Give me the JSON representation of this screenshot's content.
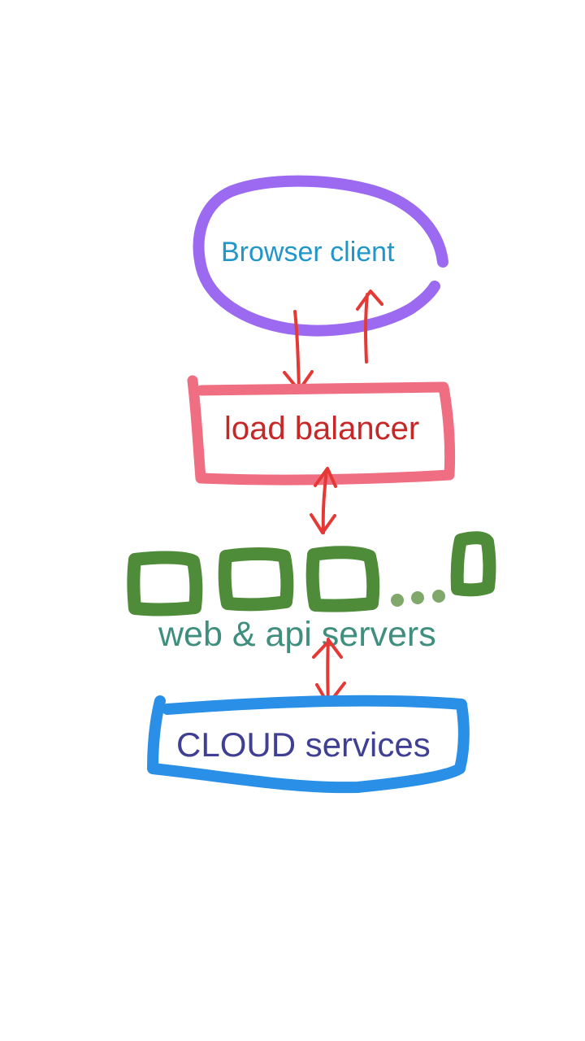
{
  "diagram": {
    "nodes": {
      "browser_client": {
        "label": "Browser client",
        "stroke_color": "#9B6AF0",
        "text_color": "#2196C9"
      },
      "load_balancer": {
        "label": "load balancer",
        "stroke_color": "#EF6E82",
        "text_color": "#C62828"
      },
      "web_api_servers": {
        "label": "web & api servers",
        "stroke_color": "#4E8C3A",
        "text_color": "#3F8E7E"
      },
      "cloud_services": {
        "label": "CLOUD services",
        "stroke_color": "#2A8FE6",
        "text_color": "#3F3F94"
      }
    },
    "edges": [
      {
        "from": "browser_client",
        "to": "load_balancer",
        "direction": "forward"
      },
      {
        "from": "load_balancer",
        "to": "browser_client",
        "direction": "forward"
      },
      {
        "from": "load_balancer",
        "to": "web_api_servers",
        "direction": "both"
      },
      {
        "from": "web_api_servers",
        "to": "cloud_services",
        "direction": "both"
      }
    ],
    "arrow_color": "#E53935"
  }
}
